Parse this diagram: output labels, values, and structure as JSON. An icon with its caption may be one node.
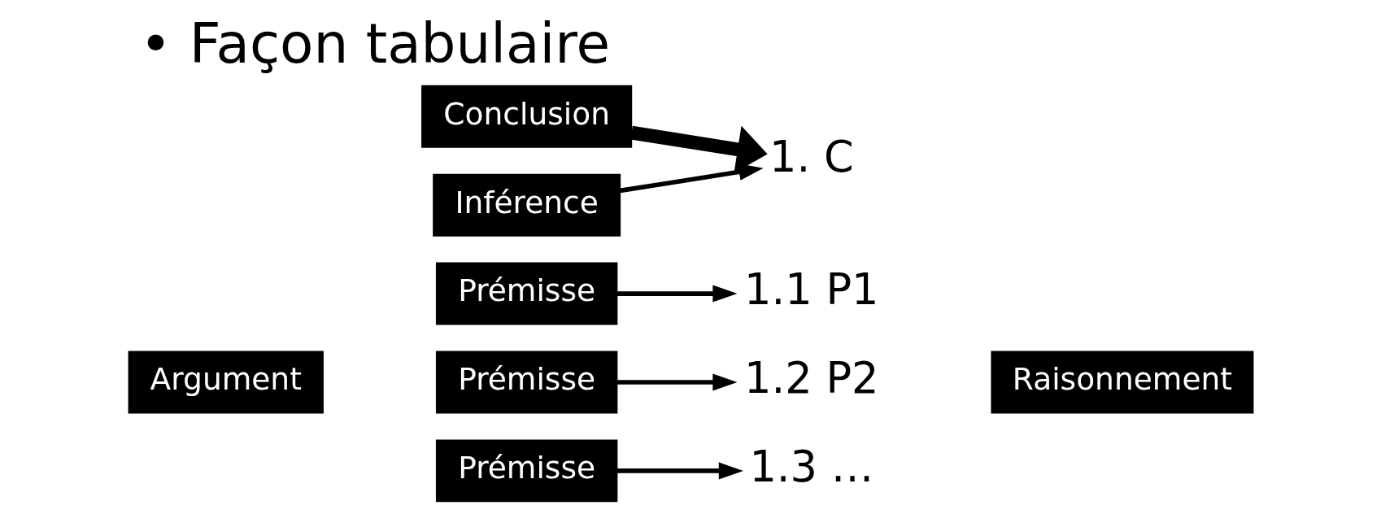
{
  "diagram": {
    "title": "• Façon tabulaire",
    "nodes": [
      {
        "text": [
          "Conclusion"
        ]
      },
      {
        "text": [
          "Inférence"
        ]
      },
      {
        "text": [
          "Prémisse"
        ]
      },
      {
        "text": [
          "Prémisse"
        ]
      },
      {
        "text": [
          "Prémisse"
        ]
      },
      {
        "text": [
          "Argument"
        ]
      },
      {
        "text": [
          "Raisonnement"
        ]
      },
      {
        "text": [
          "1. C"
        ]
      },
      {
        "text": [
          "1.1 P1"
        ]
      },
      {
        "text": [
          "1.2 P2"
        ]
      },
      {
        "text": [
          "1.3 …"
        ]
      }
    ],
    "edges": [
      {
        "from": 0,
        "to": 7,
        "arrow": "to",
        "style": "thick"
      },
      {
        "from": 1,
        "to": 7,
        "arrow": "to"
      },
      {
        "from": 2,
        "to": 8,
        "arrow": "to"
      },
      {
        "from": 3,
        "to": 9,
        "arrow": "to"
      },
      {
        "from": 4,
        "to": 10,
        "arrow": "to"
      }
    ]
  }
}
